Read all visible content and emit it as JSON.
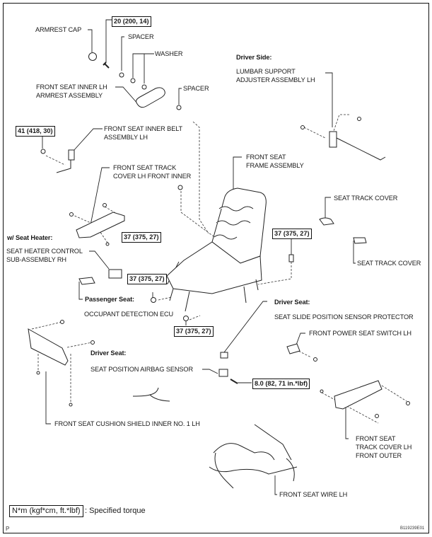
{
  "diagram": {
    "title": "Front Seat Assembly LH Components",
    "labels": {
      "armrest_cap": "ARMREST CAP",
      "spacer_top": "SPACER",
      "washer": "WASHER",
      "armrest_assembly_l1": "FRONT SEAT INNER LH",
      "armrest_assembly_l2": "ARMREST ASSEMBLY",
      "spacer_mid": "SPACER",
      "driver_side": "Driver Side:",
      "lumbar_l1": "LUMBAR SUPPORT",
      "lumbar_l2": "ADJUSTER ASSEMBLY LH",
      "belt_l1": "FRONT SEAT INNER BELT",
      "belt_l2": "ASSEMBLY LH",
      "frame_l1": "FRONT SEAT",
      "frame_l2": "FRAME ASSEMBLY",
      "track_inner_l1": "FRONT SEAT TRACK",
      "track_inner_l2": "COVER LH FRONT INNER",
      "seat_track_cover_1": "SEAT TRACK COVER",
      "seat_track_cover_2": "SEAT TRACK COVER",
      "seat_heater_cond": "w/ Seat Heater:",
      "heater_l1": "SEAT HEATER CONTROL",
      "heater_l2": "SUB-ASSEMBLY RH",
      "passenger_seat": "Passenger Seat:",
      "occupant_ecu": "OCCUPANT DETECTION ECU",
      "driver_seat_1": "Driver Seat:",
      "slide_sensor_protector": "SEAT SLIDE POSITION SENSOR PROTECTOR",
      "power_switch": "FRONT POWER SEAT SWITCH LH",
      "driver_seat_2": "Driver Seat:",
      "airbag_sensor": "SEAT POSITION AIRBAG SENSOR",
      "track_outer_l1": "FRONT SEAT",
      "track_outer_l2": "TRACK COVER LH",
      "track_outer_l3": "FRONT OUTER",
      "cushion_shield": "FRONT SEAT CUSHION SHIELD INNER NO. 1 LH",
      "wire": "FRONT SEAT WIRE LH"
    },
    "torques": {
      "armrest_bolt": "20 (200, 14)",
      "belt_nut": "41 (418, 30)",
      "frame_bolt_rear_left": "37 (375, 27)",
      "frame_bolt_rear_right": "37 (375, 27)",
      "frame_bolt_front_left": "37 (375, 27)",
      "frame_bolt_front_bottom": "37 (375, 27)",
      "airbag_sensor_bolt": "8.0  (82, 71 in.*lbf)"
    },
    "legend": {
      "unit_box": "N*m (kgf*cm, ft.*lbf)",
      "description": ": Specified torque"
    },
    "footer": {
      "corner_mark": "P",
      "figure_id": "B119239E01"
    }
  }
}
